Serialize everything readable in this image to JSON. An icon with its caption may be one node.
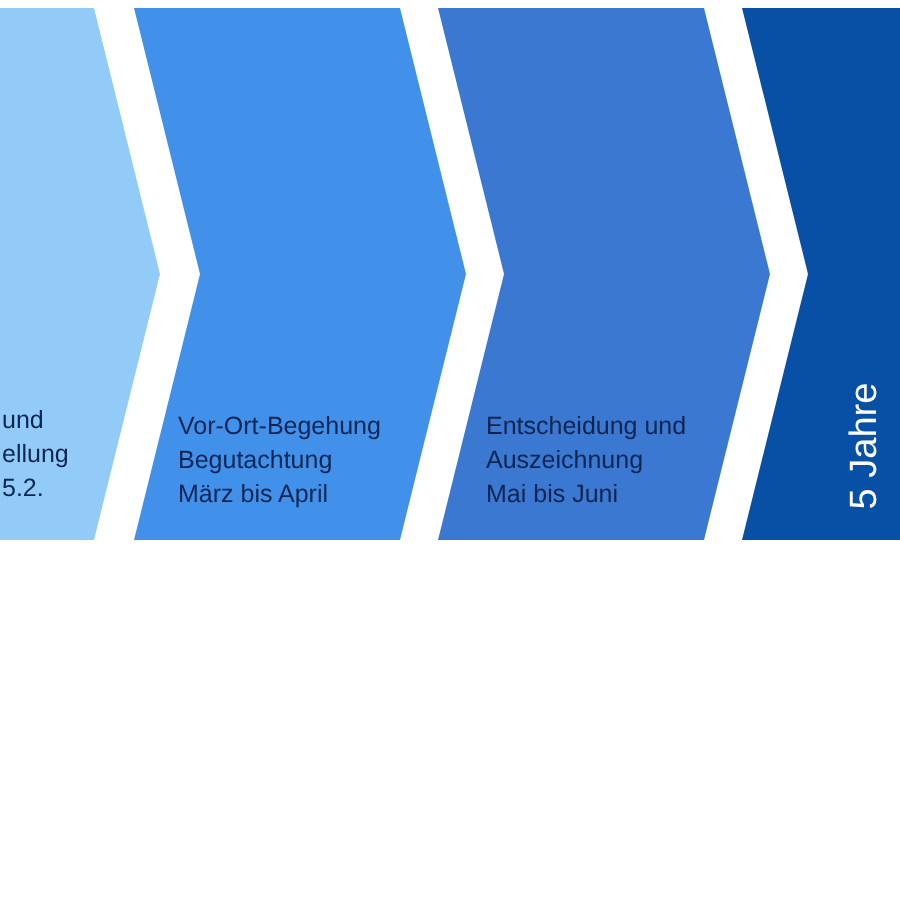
{
  "diagram": {
    "nodes": [
      {
        "text": [
          "und ellung",
          "5.2."
        ]
      },
      {
        "text": [
          "Vor-Ort-Begehung Begutachtung",
          "März bis April"
        ]
      },
      {
        "text": [
          "Entscheidung und Auszeichnung",
          "Mai bis Juni"
        ]
      },
      {
        "text": [
          "5 Jahre"
        ]
      }
    ]
  }
}
